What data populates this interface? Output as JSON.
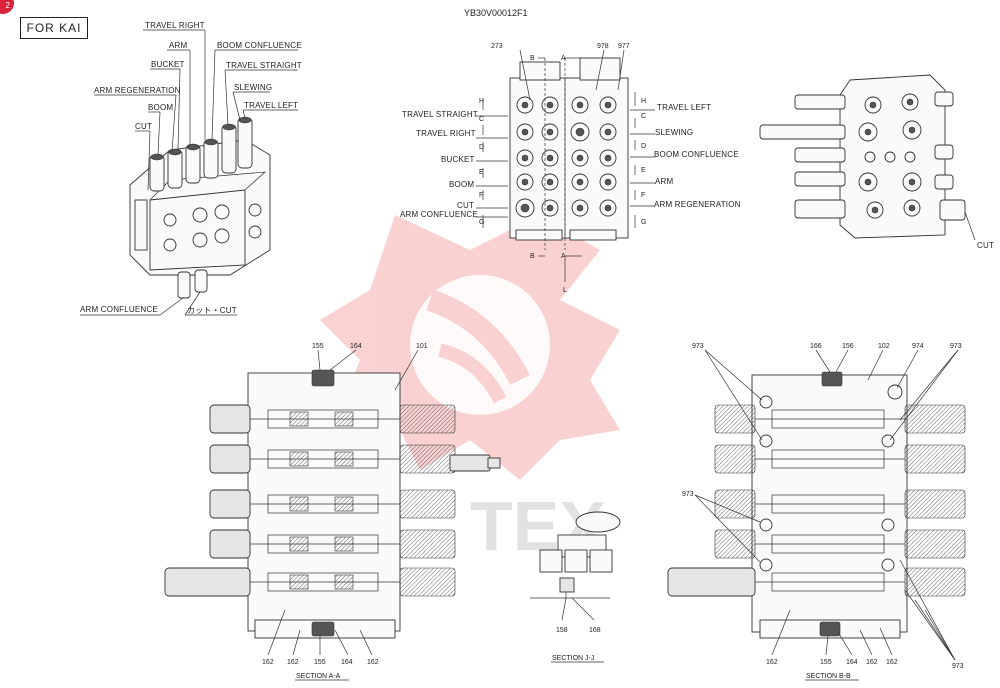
{
  "badge": "2",
  "header": {
    "for_label": "FOR   KAI",
    "doc_code": "YB30V00012F1"
  },
  "iso_view": {
    "labels": {
      "travel_right": "TRAVEL RIGHT",
      "arm": "ARM",
      "boom_confluence": "BOOM CONFLUENCE",
      "bucket": "BUCKET",
      "travel_straight": "TRAVEL STRAIGHT",
      "slewing": "SLEWING",
      "arm_regeneration": "ARM REGENERATION",
      "travel_left": "TRAVEL LEFT",
      "boom": "BOOM",
      "cut": "CUT",
      "arm_confluence": "ARM CONFLUENCE",
      "cut_jp": "カット・CUT"
    }
  },
  "front_view": {
    "part_numbers": {
      "p273": "273",
      "p978": "978",
      "p977": "977"
    },
    "left_labels": {
      "travel_straight": "TRAVEL STRAIGHT",
      "travel_right": "TRAVEL RIGHT",
      "bucket": "BUCKET",
      "boom": "BOOM",
      "cut": "CUT",
      "arm_confluence": "ARM CONFLUENCE"
    },
    "right_labels": {
      "travel_left": "TRAVEL LEFT",
      "slewing": "SLEWING",
      "boom_confluence": "BOOM CONFLUENCE",
      "arm": "ARM",
      "arm_regeneration": "ARM REGENERATION"
    },
    "section_marks": {
      "b": "B",
      "a": "A",
      "h": "H",
      "c": "C",
      "d": "D",
      "e": "E",
      "f": "F",
      "g": "G",
      "l": "L"
    }
  },
  "side_view": {
    "cut_label": "CUT"
  },
  "section_aa": {
    "title": "SECTION  A-A",
    "parts": {
      "p155": "155",
      "p164": "164",
      "p101": "101",
      "p162": "162"
    }
  },
  "section_jj": {
    "title": "SECTION  J-J",
    "parts": {
      "p158": "158",
      "p168": "168"
    }
  },
  "section_bb": {
    "title": "SECTION  B-B",
    "parts": {
      "p166": "166",
      "p156": "156",
      "p102": "102",
      "p974": "974",
      "p973": "973",
      "p162": "162",
      "p155": "155",
      "p164": "164"
    }
  },
  "watermark": {
    "text": "TEX",
    "color": "#e8312f"
  }
}
